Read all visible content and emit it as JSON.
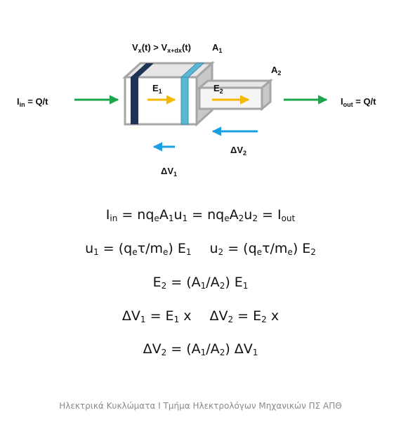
{
  "diagram": {
    "labels": {
      "i_in": "I",
      "i_in_sub": "in",
      "i_in_rest": " = Q/t",
      "i_out": "I",
      "i_out_sub": "out",
      "i_out_rest": " = Q/t",
      "vcond_a": "V",
      "vcond_b": "x",
      "vcond_c": "(t) > V",
      "vcond_d": "x+dx",
      "vcond_e": "(t)",
      "a1": "A",
      "a1_sub": "1",
      "a2": "A",
      "a2_sub": "2",
      "e1": "E",
      "e1_sub": "1",
      "e2": "E",
      "e2_sub": "2",
      "dv1": "ΔV",
      "dv1_sub": "1",
      "dv2": "ΔV",
      "dv2_sub": "2"
    },
    "colors": {
      "green_arrow": "#1aa64a",
      "blue_arrow": "#1aa0e0",
      "yellow_arrow": "#f5b800",
      "dark_band": "#1f3455",
      "light_band": "#5bb8d4",
      "box_front": "#ffffff",
      "box_side": "#c8c8c8",
      "box_outline": "#a6a6a6"
    }
  },
  "equations": [
    {
      "parts": [
        {
          "t": "I"
        },
        {
          "s": "in"
        },
        {
          "t": " = nq"
        },
        {
          "s": "e"
        },
        {
          "t": "A"
        },
        {
          "s": "1"
        },
        {
          "t": "u"
        },
        {
          "s": "1"
        },
        {
          "t": " = nq"
        },
        {
          "s": "e"
        },
        {
          "t": "A"
        },
        {
          "s": "2"
        },
        {
          "t": "u"
        },
        {
          "s": "2"
        },
        {
          "t": " = I"
        },
        {
          "s": "out"
        }
      ]
    },
    {
      "parts": [
        {
          "t": "u"
        },
        {
          "s": "1"
        },
        {
          "t": " = (q"
        },
        {
          "s": "e"
        },
        {
          "t": "τ/m"
        },
        {
          "s": "e"
        },
        {
          "t": ") E"
        },
        {
          "s": "1"
        },
        {
          "gap": true
        },
        {
          "t": "u"
        },
        {
          "s": "2"
        },
        {
          "t": " = (q"
        },
        {
          "s": "e"
        },
        {
          "t": "τ/m"
        },
        {
          "s": "e"
        },
        {
          "t": ") E"
        },
        {
          "s": "2"
        }
      ]
    },
    {
      "parts": [
        {
          "t": "E"
        },
        {
          "s": "2"
        },
        {
          "t": " = (A"
        },
        {
          "s": "1"
        },
        {
          "t": "/A"
        },
        {
          "s": "2"
        },
        {
          "t": ")  E"
        },
        {
          "s": "1"
        }
      ]
    },
    {
      "parts": [
        {
          "t": "ΔV"
        },
        {
          "s": "1"
        },
        {
          "t": " = E"
        },
        {
          "s": "1"
        },
        {
          "t": " x"
        },
        {
          "gap": true
        },
        {
          "t": "ΔV"
        },
        {
          "s": "2"
        },
        {
          "t": " = E"
        },
        {
          "s": "2"
        },
        {
          "t": " x"
        }
      ]
    },
    {
      "parts": [
        {
          "t": "ΔV"
        },
        {
          "s": "2"
        },
        {
          "t": " = (A"
        },
        {
          "s": "1"
        },
        {
          "t": "/A"
        },
        {
          "s": "2"
        },
        {
          "t": ")  ΔV"
        },
        {
          "s": "1"
        }
      ]
    }
  ],
  "footer": "Ηλεκτρικά Κυκλώματα Ι Τμήμα Ηλεκτρολόγων Μηχανικών ΠΣ ΑΠΘ"
}
